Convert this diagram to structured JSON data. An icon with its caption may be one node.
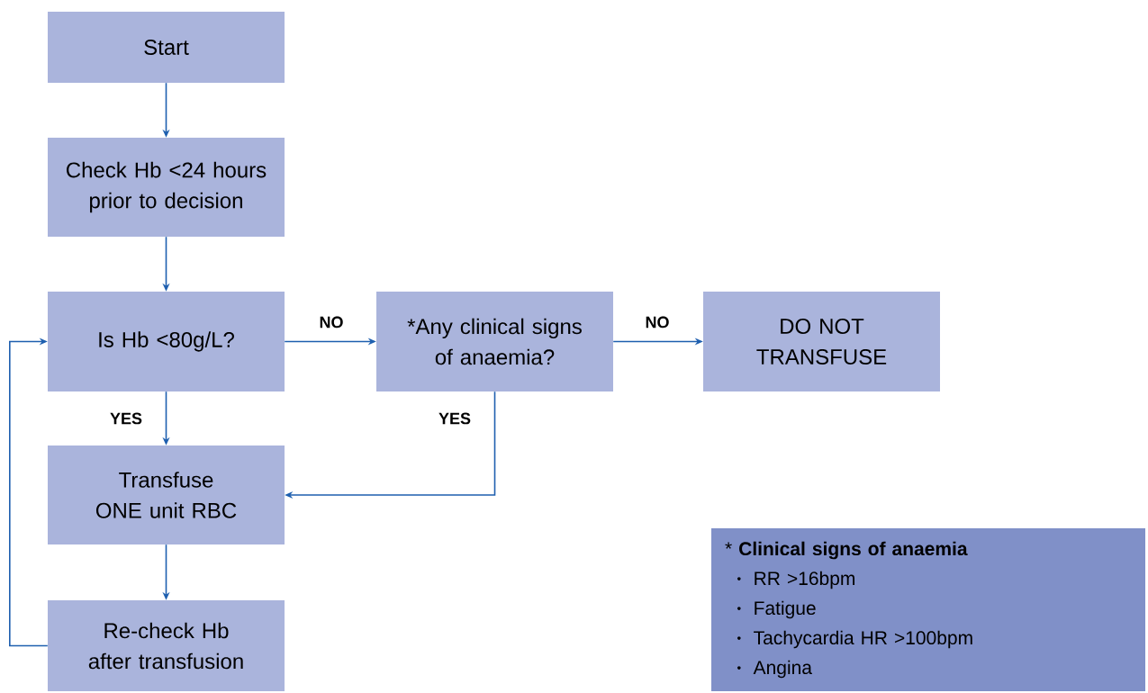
{
  "diagram": {
    "nodes": [
      {
        "text": [
          "Start"
        ]
      },
      {
        "text": [
          "Check Hb <24 hours prior to decision"
        ]
      },
      {
        "text": [
          "Is Hb <80g/L?"
        ]
      },
      {
        "text": [
          "*Any clinical signs of anaemia?"
        ]
      },
      {
        "text": [
          "DO NOT TRANSFUSE"
        ]
      },
      {
        "text": [
          "Transfuse ONE unit RBC"
        ]
      },
      {
        "text": [
          "Re-check Hb after transfusion"
        ]
      },
      {
        "text": [
          "* **Clinical signs of anaemia**",
          "RR >16bpm",
          "Fatigue",
          "Tachycardia HR >100bpm",
          "Angina"
        ]
      }
    ],
    "edges": [
      {
        "from": 0,
        "to": 1,
        "arrow": "to"
      },
      {
        "from": 1,
        "to": 2,
        "arrow": "to"
      },
      {
        "from": 2,
        "to": 3,
        "arrow": "to",
        "label": "NO"
      },
      {
        "from": 3,
        "to": 4,
        "arrow": "to",
        "label": "NO"
      },
      {
        "from": 2,
        "to": 5,
        "arrow": "to",
        "label": "YES"
      },
      {
        "from": 3,
        "to": 5,
        "arrow": "to",
        "label": "YES"
      },
      {
        "from": 5,
        "to": 6,
        "arrow": "to"
      },
      {
        "from": 6,
        "to": 2,
        "arrow": "to"
      }
    ]
  }
}
